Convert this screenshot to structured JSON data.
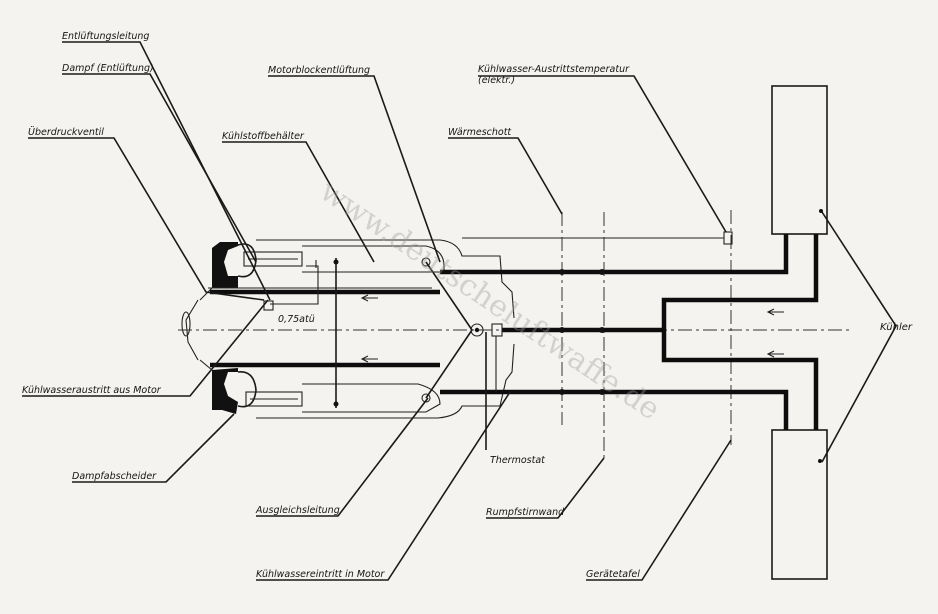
{
  "labels": {
    "entlueftungsleitung": "Entlüftungsleitung",
    "dampf": "Dampf (Entlüftung)",
    "ueberdruckventil": "Überdruckventil",
    "motorblockentlueftung": "Motorblockentlüftung",
    "kuehlstoffbehaelter": "Kühlstoffbehälter",
    "austrittstemp_line1": "Kühlwasser-Austrittstemperatur",
    "austrittstemp_line2": "(elektr.)",
    "waermeschott": "Wärmeschott",
    "druck": "0,75atü",
    "kuehlwasseraustritt": "Kühlwasseraustritt aus Motor",
    "dampfabscheider": "Dampfabscheider",
    "thermostat": "Thermostat",
    "ausgleichsleitung": "Ausgleichsleitung",
    "rumpfstirnwand": "Rumpfstirnwand",
    "kuehlwassereintritt": "Kühlwassereintritt in Motor",
    "geraetetafel": "Gerätetafel",
    "kuehler": "Kühler"
  },
  "watermark": "www.deutscheluftwaffe.de"
}
